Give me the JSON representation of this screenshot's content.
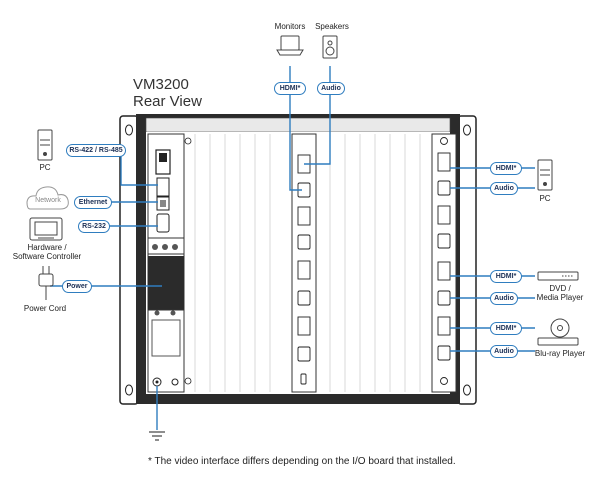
{
  "title": {
    "model": "VM3200",
    "view": "Rear View"
  },
  "devices": {
    "monitors": "Monitors",
    "speakers": "Speakers",
    "pc_left": "PC",
    "network": "Network",
    "controller_line1": "Hardware /",
    "controller_line2": "Software Controller",
    "power_cord": "Power Cord",
    "pc_right": "PC",
    "dvd_line1": "DVD /",
    "dvd_line2": "Media Player",
    "bluray": "Blu-ray Player"
  },
  "connections": {
    "rs422": "RS-422 / RS-485",
    "ethernet": "Ethernet",
    "rs232": "RS-232",
    "power": "Power",
    "hdmi": "HDMI*",
    "audio": "Audio"
  },
  "footnote": "* The video interface differs depending on the I/O board that installed.",
  "colors": {
    "cable": "#2f7dbf",
    "chassis": "#2b2b2b",
    "pill_text": "#1b2f55"
  }
}
